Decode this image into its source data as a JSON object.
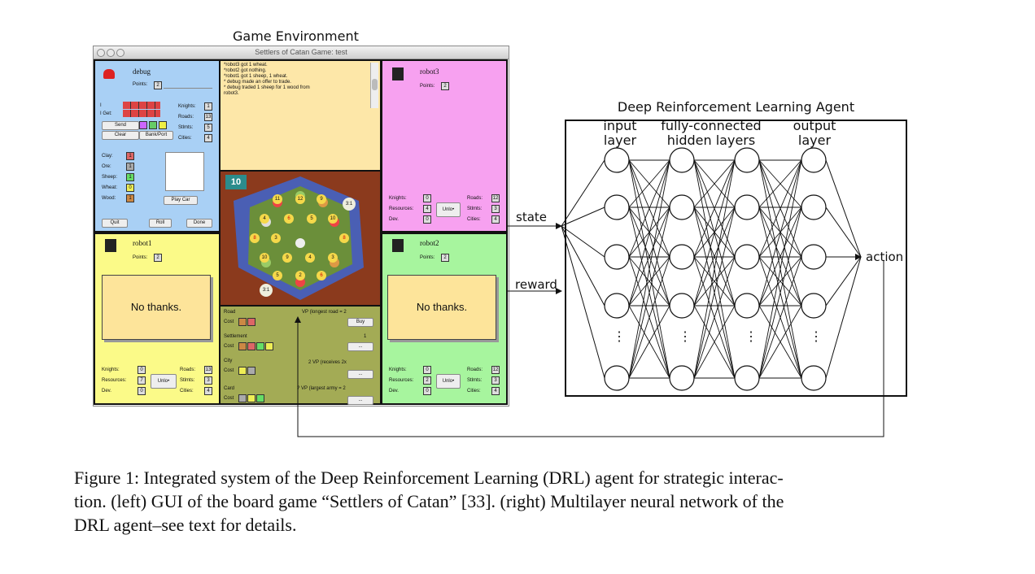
{
  "game_title": "Game Environment",
  "window_title": "Settlers of Catan Game: test",
  "debug_panel": {
    "name": "debug",
    "points_label": "Points:",
    "points": "2",
    "i_label": "I",
    "iget_label": "I Get:",
    "send": "Send",
    "clear": "Clear",
    "bankport": "Bank/Port",
    "knights_label": "Knights:",
    "knights": "1",
    "roads_label": "Roads:",
    "roads": "13",
    "stlmts_label": "Stlmts:",
    "stlmts": "5",
    "cities_label": "Cities:",
    "cities": "4",
    "res_clay": "Clay:",
    "res_ore": "Ore:",
    "res_sheep": "Sheep:",
    "res_wheat": "Wheat:",
    "res_wood": "Wood:",
    "v_clay": "1",
    "v_ore": "1",
    "v_sheep": "1",
    "v_wheat": "0",
    "v_wood": "1",
    "play_card": "Play Car",
    "quit": "Quit",
    "roll": "Roll",
    "done": "Done"
  },
  "log_lines": [
    "*robot3 got 1 wheat.",
    "*robot2 got nothing.",
    "*robot1 got 1 sheep, 1 wheat.",
    "* debug made an offer to trade.",
    "* debug traded 1 sheep for 1 wood from",
    "robot3."
  ],
  "robot3": {
    "name": "robot3",
    "points_label": "Points:",
    "points": "2",
    "knights_label": "Knights:",
    "knights": "0",
    "resources_label": "Resources:",
    "resources": "4",
    "dev_label": "Dev.",
    "dev": "0",
    "unlock": "Unlo•",
    "roads_label": "Roads:",
    "roads": "12",
    "stlmts_label": "Stlmts:",
    "stlmts": "3",
    "cities_label": "Cities:",
    "cities": "4"
  },
  "robot1": {
    "name": "robot1",
    "points_label": "Points:",
    "points": "2",
    "bubble": "No thanks.",
    "knights_label": "Knights:",
    "knights": "0",
    "resources_label": "Resources:",
    "resources": "7",
    "dev_label": "Dev.",
    "dev": "0",
    "unlock": "Unlo•",
    "roads_label": "Roads:",
    "roads": "13",
    "stlmts_label": "Stlmts:",
    "stlmts": "3",
    "cities_label": "Cities:",
    "cities": "4"
  },
  "robot2": {
    "name": "robot2",
    "points_label": "Points:",
    "points": "2",
    "bubble": "No thanks.",
    "knights_label": "Knights:",
    "knights": "0",
    "resources_label": "Resources:",
    "resources": "2",
    "dev_label": "Dev.",
    "dev": "0",
    "unlock": "Unlo•",
    "roads_label": "Roads:",
    "roads": "12",
    "stlmts_label": "Stlmts:",
    "stlmts": "3",
    "cities_label": "Cities:",
    "cities": "4"
  },
  "board": {
    "robber_number": "10",
    "port_label": "3:1",
    "numbers": [
      "11",
      "12",
      "9",
      "4",
      "6",
      "5",
      "10",
      "8",
      "3",
      "8",
      "10",
      "9",
      "4",
      "3",
      "5",
      "2",
      "6"
    ]
  },
  "build_panel": {
    "road": "Road",
    "settlement": "Settlement",
    "city": "City",
    "card": "Card",
    "cost": "Cost",
    "vp_road": "VP (longest road = 2",
    "buy": "Buy",
    "one": "1",
    "dots": "...",
    "vp2": "2 VP (receives 2x",
    "vp_army": "? VP (largest army = 2"
  },
  "arrows": {
    "state": "state",
    "reward": "reward",
    "action": "action"
  },
  "agent": {
    "title": "Deep Reinforcement Learning Agent",
    "input_layer": [
      "input",
      "layer"
    ],
    "hidden_layers": [
      "fully-connected",
      "hidden layers"
    ],
    "output_layer": [
      "output",
      "layer"
    ],
    "ellipsis": "⋮"
  },
  "caption": {
    "line1": "Figure 1:  Integrated system of the Deep Reinforcement Learning (DRL) agent for strategic interac-",
    "line2": "tion. (left) GUI of the board game “Settlers of Catan” [33]. (right) Multilayer neural network of the",
    "line3": "DRL agent–see text for details."
  },
  "colors": {
    "debug_bg": "#a9d0f5",
    "log_bg": "#fde7a8",
    "robot3_bg": "#f7a1f0",
    "robot1_bg": "#fbfa88",
    "robot2_bg": "#a7f59e",
    "board_bg": "#8b3a1d",
    "build_bg": "#a3ab55"
  }
}
